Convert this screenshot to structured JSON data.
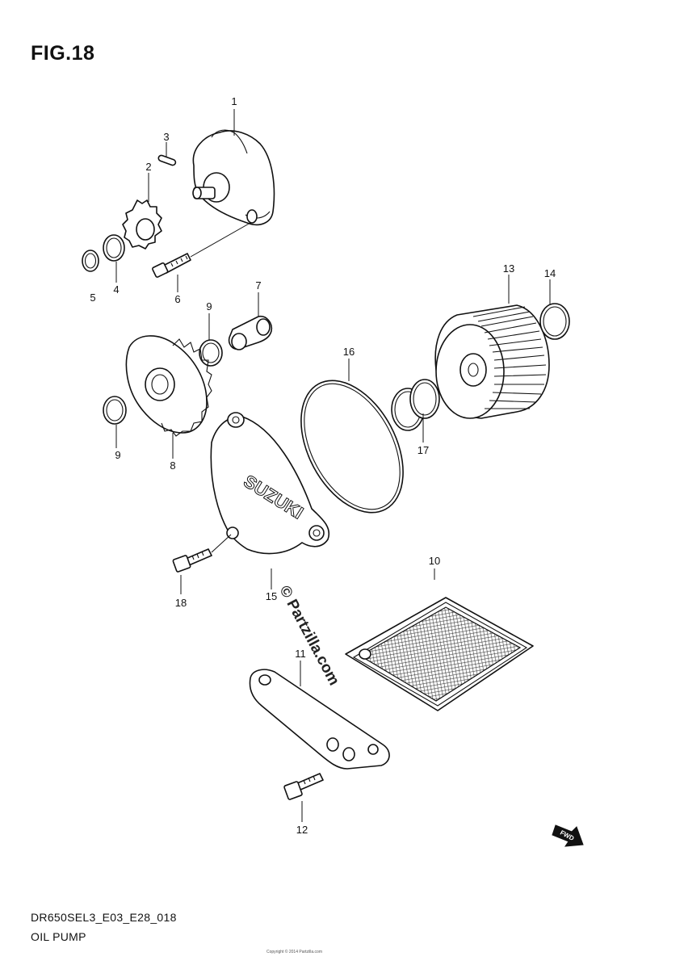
{
  "header": {
    "title": "FIG.18"
  },
  "footer": {
    "code": "DR650SEL3_E03_E28_018",
    "name": "OIL PUMP",
    "copyright": "Copyright © 2014 Partzilla.com"
  },
  "watermark": "© Partzilla.com",
  "fwd_label": "FWD",
  "callouts": [
    {
      "id": "c1",
      "text": "1"
    },
    {
      "id": "c2",
      "text": "2"
    },
    {
      "id": "c3",
      "text": "3"
    },
    {
      "id": "c4",
      "text": "4"
    },
    {
      "id": "c5",
      "text": "5"
    },
    {
      "id": "c6",
      "text": "6"
    },
    {
      "id": "c7",
      "text": "7"
    },
    {
      "id": "c8",
      "text": "8"
    },
    {
      "id": "c9a",
      "text": "9"
    },
    {
      "id": "c9b",
      "text": "9"
    },
    {
      "id": "c10",
      "text": "10"
    },
    {
      "id": "c11",
      "text": "11"
    },
    {
      "id": "c12",
      "text": "12"
    },
    {
      "id": "c13",
      "text": "13"
    },
    {
      "id": "c14",
      "text": "14"
    },
    {
      "id": "c15",
      "text": "15"
    },
    {
      "id": "c16",
      "text": "16"
    },
    {
      "id": "c17",
      "text": "17"
    },
    {
      "id": "c18",
      "text": "18"
    }
  ]
}
